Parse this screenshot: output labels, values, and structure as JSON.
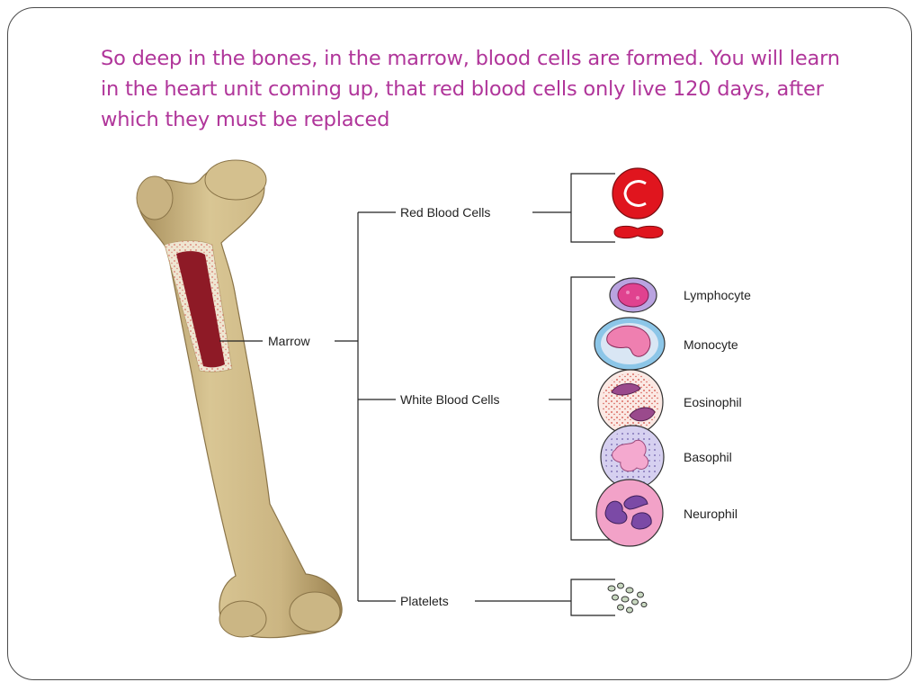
{
  "caption": "So deep in the bones, in the marrow, blood cells are formed. You will learn in the heart unit coming up, that red blood cells only live 120 days, after which they must be replaced",
  "labels": {
    "marrow": "Marrow",
    "red_blood_cells": "Red Blood Cells",
    "white_blood_cells": "White Blood Cells",
    "platelets": "Platelets"
  },
  "white_cells": [
    "Lymphocyte",
    "Monocyte",
    "Eosinophil",
    "Basophil",
    "Neurophil"
  ],
  "colors": {
    "caption": "#b0359a",
    "bone": "#cdb886",
    "marrow": "#8e1a26",
    "red_cell": "#e0151e"
  }
}
